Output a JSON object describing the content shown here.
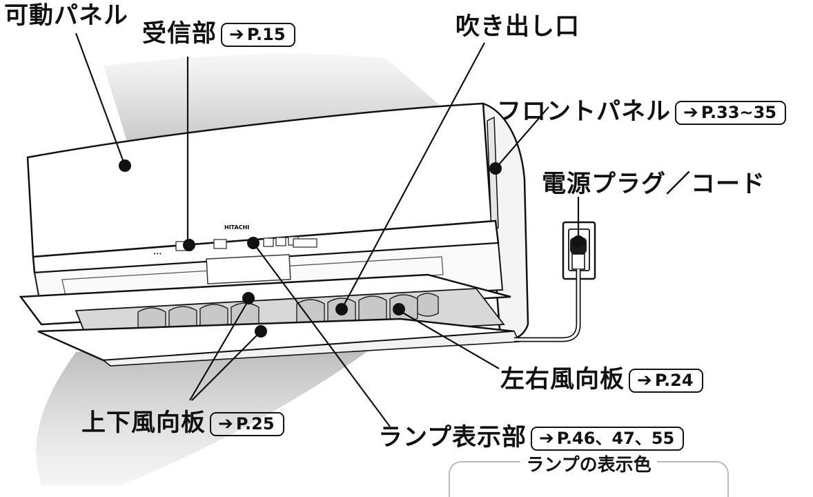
{
  "labels": {
    "movable_panel": "可動パネル",
    "receiver": "受信部",
    "receiver_ref": "P.15",
    "outlet": "吹き出し口",
    "front_panel": "フロントパネル",
    "front_panel_ref": "P.33~35",
    "power_plug": "電源プラグ／コード",
    "lr_louver": "左右風向板",
    "lr_louver_ref": "P.24",
    "ud_louver": "上下風向板",
    "ud_louver_ref": "P.25",
    "lamp_display": "ランプ表示部",
    "lamp_display_ref": "P.46、47、55",
    "legend_title": "ランプの表示色"
  },
  "brand_logo": "HITACHI",
  "arrow_symbol": "➔"
}
